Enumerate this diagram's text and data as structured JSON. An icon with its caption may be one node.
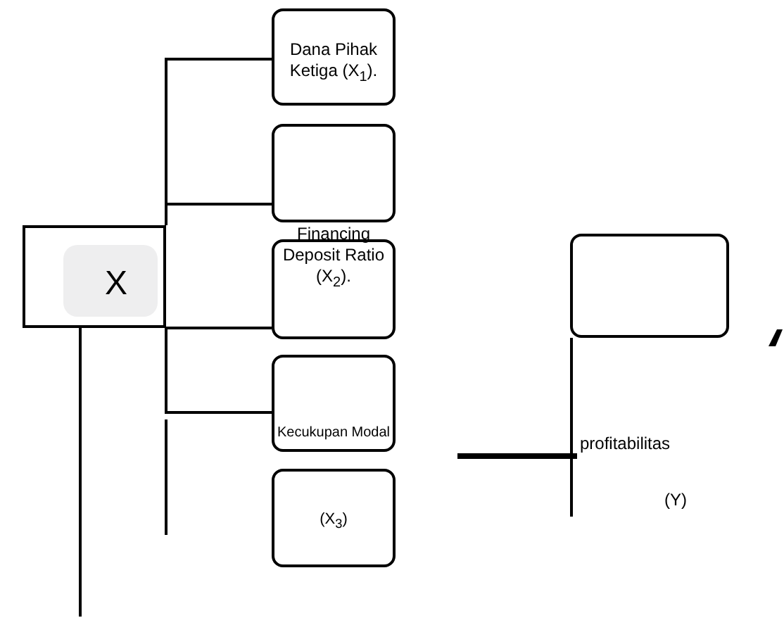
{
  "diagram": {
    "nodes": [
      {
        "text": [],
        "shape": "box"
      },
      {
        "text": [
          "X"
        ],
        "in": 0
      },
      {
        "text": [
          "Dana Pihak Ketiga (X$_{1}$)."
        ]
      },
      {
        "text": [],
        "shape": "box"
      },
      {
        "text": [
          "Financing Deposit Ratio (X$_{2}$)."
        ]
      },
      {
        "text": [
          "Kecukupan Modal"
        ]
      },
      {
        "text": [
          "(X$_{3}$)"
        ]
      },
      {
        "text": [],
        "shape": "box"
      }
    ],
    "edges": [
      {
        "from": 0,
        "to": 2,
        "arrow": "none"
      },
      {
        "from": 0,
        "to": 3,
        "arrow": "none"
      },
      {
        "from": 0,
        "to": 4,
        "arrow": "none"
      },
      {
        "from": 0,
        "to": 5,
        "arrow": "none"
      }
    ],
    "labels": [
      "profitabilitas",
      "(Y)"
    ]
  }
}
